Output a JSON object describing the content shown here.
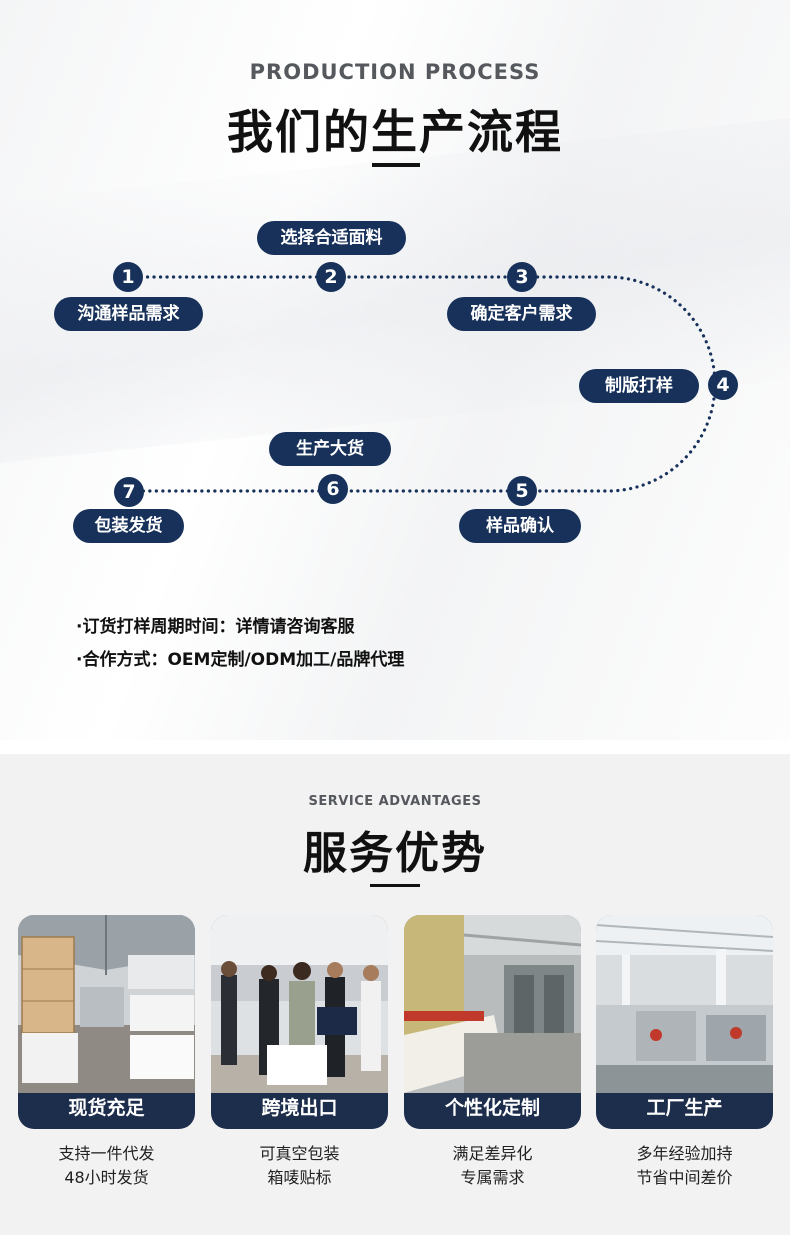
{
  "process": {
    "en_title": "PRODUCTION  PROCESS",
    "cn_title": "我们的生产流程",
    "steps": [
      {
        "num": "1",
        "label": "沟通样品需求"
      },
      {
        "num": "2",
        "label": "选择合适面料"
      },
      {
        "num": "3",
        "label": "确定客户需求"
      },
      {
        "num": "4",
        "label": "制版打样"
      },
      {
        "num": "5",
        "label": "样品确认"
      },
      {
        "num": "6",
        "label": "生产大货"
      },
      {
        "num": "7",
        "label": "包装发货"
      }
    ],
    "info": [
      "·订货打样周期时间：详情请咨询客服",
      "·合作方式：OEM定制/ODM加工/品牌代理"
    ],
    "colors": {
      "accent": "#17315a"
    }
  },
  "service": {
    "en_title": "SERVICE ADVANTAGES",
    "cn_title": "服务优势",
    "cards": [
      {
        "title": "现货充足",
        "desc_line1": "支持一件代发",
        "desc_line2": "48小时发货",
        "photo": "warehouse-photo"
      },
      {
        "title": "跨境出口",
        "desc_line1": "可真空包装",
        "desc_line2": "箱唛贴标",
        "photo": "client-visit-photo"
      },
      {
        "title": "个性化定制",
        "desc_line1": "满足差异化",
        "desc_line2": "专属需求",
        "photo": "weaving-machine-photo"
      },
      {
        "title": "工厂生产",
        "desc_line1": "多年经验加持",
        "desc_line2": "节省中间差价",
        "photo": "factory-floor-photo"
      }
    ],
    "colors": {
      "card_label_bg": "#1d2e4c"
    }
  }
}
